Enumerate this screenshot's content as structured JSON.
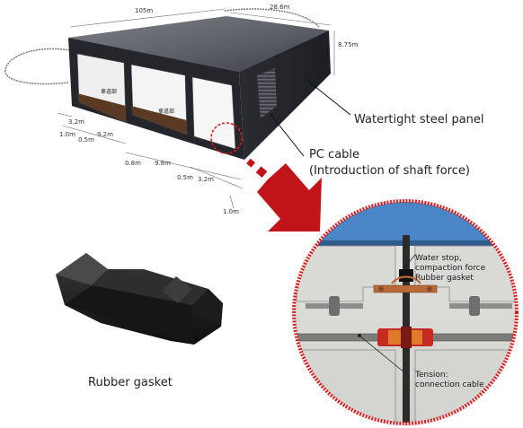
{
  "dimensions": {
    "top_length": "105m",
    "top_width": "28.6m",
    "height": "8.75m",
    "d1": "3.2m",
    "d2": "1.0m",
    "d3": "0.5m",
    "d4": "9.2m",
    "d5": "0.8m",
    "d6": "9.8m",
    "d7": "0.5m",
    "d8": "3.2m",
    "d9": "1.0m"
  },
  "lanes": {
    "lane_1": "車道部",
    "lane_2": "車道部"
  },
  "labels": {
    "watertight_panel": "Watertight steel panel",
    "pc_cable_line1": "PC cable",
    "pc_cable_line2": "(Introduction of shaft force)",
    "rubber_gasket": "Rubber gasket"
  },
  "detail": {
    "water_stop_line1": "Water stop,",
    "water_stop_line2": "compaction force",
    "water_stop_line3": "Rubber gasket",
    "tension_line1": "Tension:",
    "tension_line2": "connection cable"
  },
  "colors": {
    "tunnel_body": "#2b2d33",
    "tunnel_top": "#6b6e76",
    "arrow_red": "#c0141a",
    "circle_border": "#d81e1e",
    "sky_blue": "#4a86c5",
    "concrete": "#dcdcd8"
  }
}
